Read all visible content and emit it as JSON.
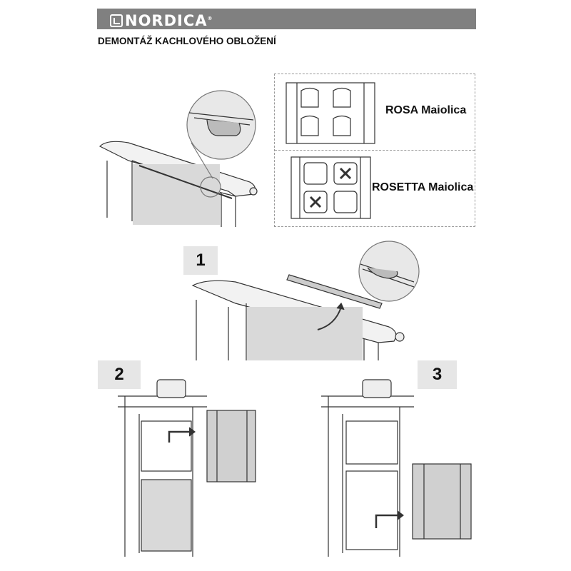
{
  "header": {
    "brand": "NORDICA",
    "registered_mark": "®"
  },
  "title": "DEMONTÁŽ KACHLOVÉHO OBLOŽENÍ",
  "tiles": [
    {
      "label": "ROSA Maiolica"
    },
    {
      "label": "ROSETTA Maiolica"
    }
  ],
  "steps": [
    {
      "number": "1"
    },
    {
      "number": "2"
    },
    {
      "number": "3"
    }
  ],
  "colors": {
    "header_bg": "#808080",
    "step_bg": "#e6e6e6",
    "panel_fill": "#d9d9d9"
  }
}
